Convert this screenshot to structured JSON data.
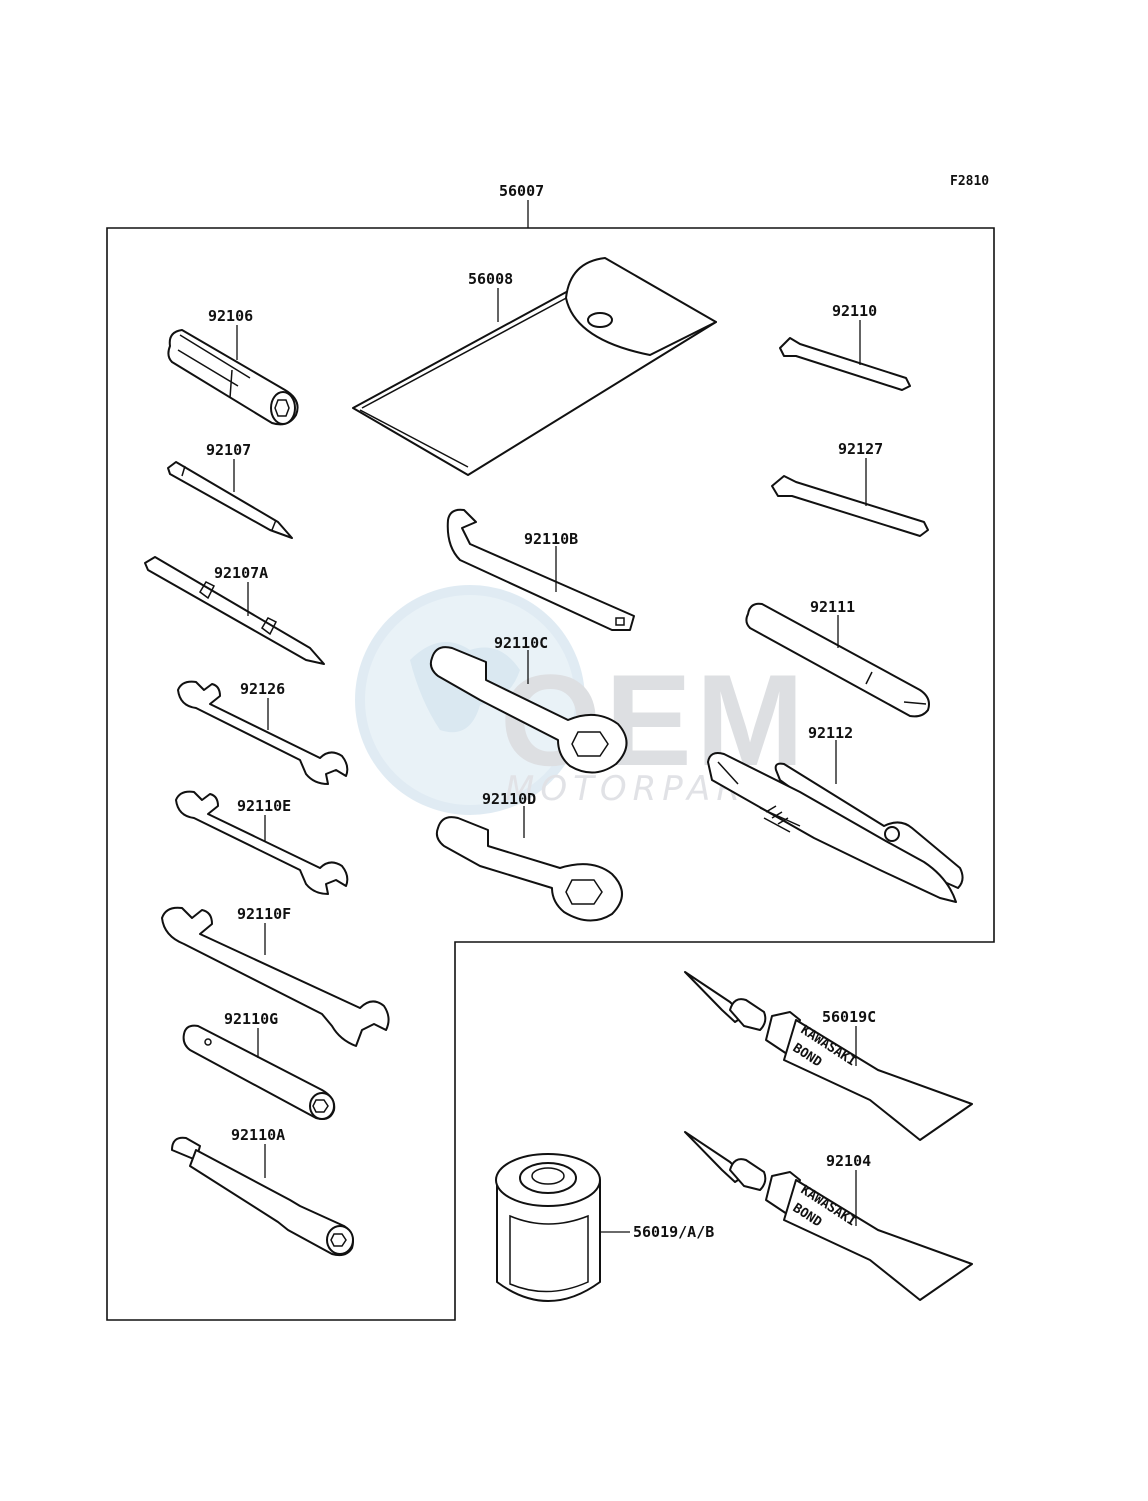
{
  "figure_code": "F2810",
  "watermark": {
    "brand": "OEM",
    "sub": "MOTORPARTS"
  },
  "parts": {
    "p56007": "56007",
    "p56008": "56008",
    "p92106": "92106",
    "p92107": "92107",
    "p92107A": "92107A",
    "p92126": "92126",
    "p92110E": "92110E",
    "p92110F": "92110F",
    "p92110G": "92110G",
    "p92110A": "92110A",
    "p92110": "92110",
    "p92127": "92127",
    "p92110B": "92110B",
    "p92110C": "92110C",
    "p92110D": "92110D",
    "p92111": "92111",
    "p92112": "92112",
    "p56019C": "56019C",
    "p92104": "92104",
    "p56019AB": "56019/A/B"
  },
  "tube_print": {
    "line1": "KAWASAKI",
    "line2": "BOND"
  }
}
